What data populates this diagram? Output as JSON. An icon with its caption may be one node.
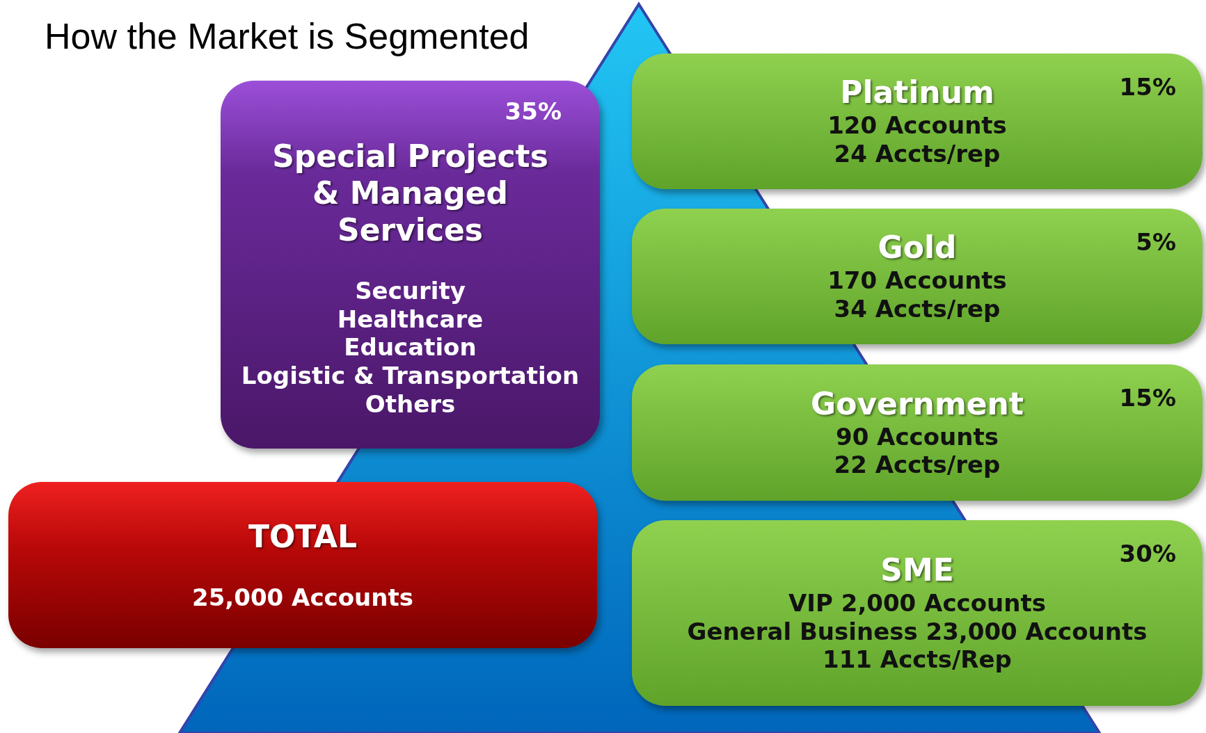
{
  "diagram": {
    "title": "How the Market is Segmented",
    "nodes": [
      {
        "text": [
          "Platinum",
          "120 Accounts",
          "24 Accts/rep",
          "15%"
        ]
      },
      {
        "text": [
          "35%",
          "Special Projects & Managed Services",
          "Security",
          "Healthcare",
          "Education",
          "Logistic & Transportation",
          "Others"
        ]
      },
      {
        "text": [
          "Gold",
          "170 Accounts",
          "34 Accts/rep",
          "5%"
        ]
      },
      {
        "text": [
          "Government",
          "90 Accounts",
          "22 Accts/rep",
          "15%"
        ]
      },
      {
        "text": [
          "TOTAL",
          "25,000 Accounts"
        ]
      },
      {
        "text": [
          "SME",
          "VIP 2,000 Accounts",
          "General Business 23,000 Accounts",
          "111 Accts/Rep",
          "30%"
        ]
      }
    ]
  }
}
